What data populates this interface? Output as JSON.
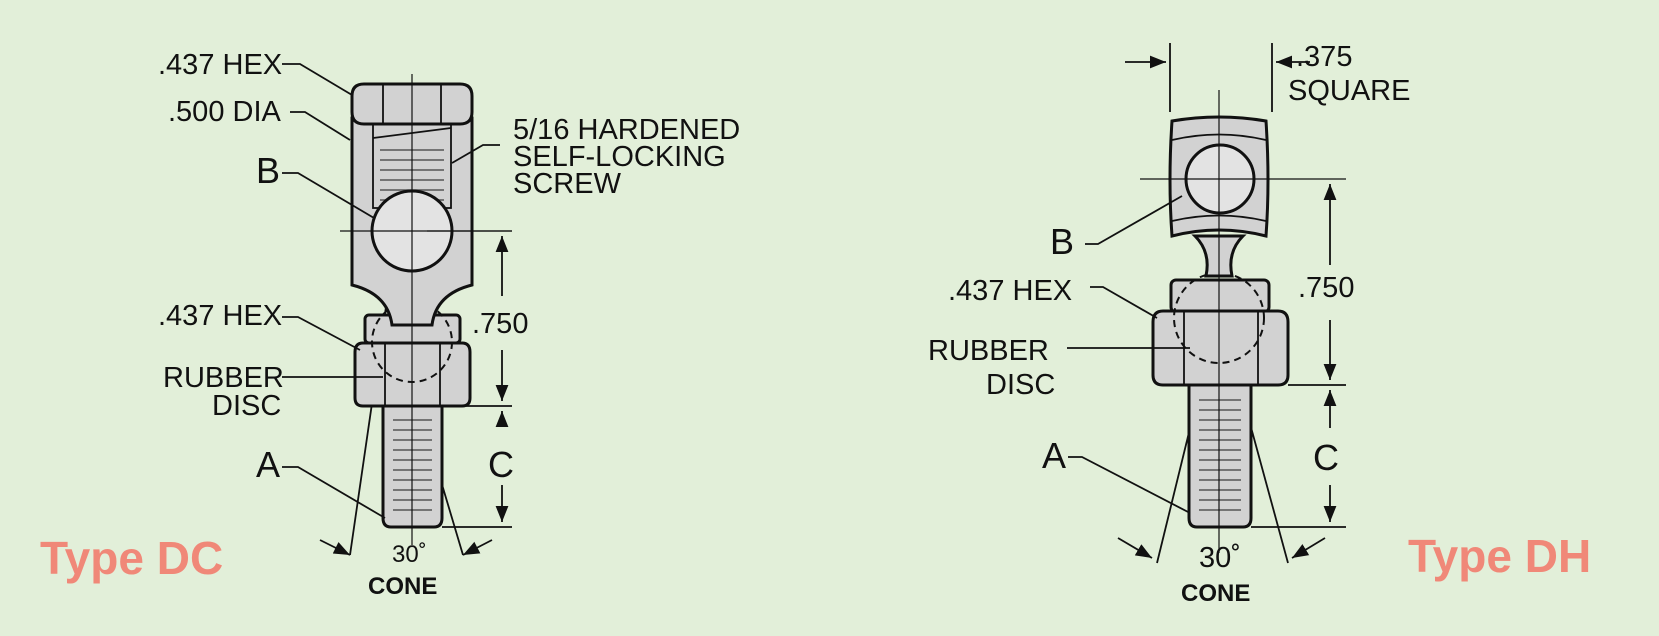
{
  "type_dc": {
    "title": "Type DC",
    "hex_top": ".437 HEX",
    "dia": ".500 DIA",
    "screw_line1": "5/16 HARDENED",
    "screw_line2": "SELF-LOCKING",
    "screw_line3": "SCREW",
    "b": "B",
    "dim_750": ".750",
    "hex_mid": ".437 HEX",
    "rubber_line1": "RUBBER",
    "rubber_line2": "DISC",
    "a": "A",
    "c": "C",
    "angle": "30˚",
    "cone": "CONE"
  },
  "type_dh": {
    "title": "Type DH",
    "square_line1": ".375",
    "square_line2": "SQUARE",
    "b": "B",
    "hex": ".437 HEX",
    "dim_750": ".750",
    "rubber_line1": "RUBBER",
    "rubber_line2": "DISC",
    "a": "A",
    "c": "C",
    "angle": "30˚",
    "cone": "CONE"
  },
  "colors": {
    "background": "#e2efd9",
    "title": "#f08878",
    "ink": "#111111",
    "part_fill": "#d2d2d2"
  }
}
